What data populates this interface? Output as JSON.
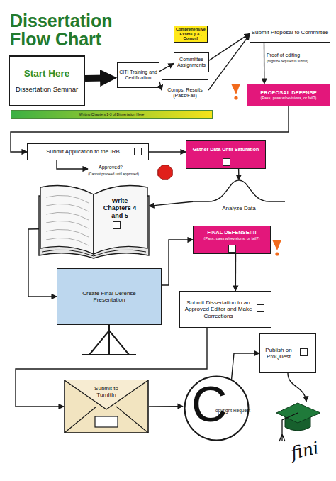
{
  "diagram": {
    "title": "Dissertation Flow Chart",
    "nodes": [
      {
        "text": [
          "Comprehensive Exams (i.e., Comps)"
        ]
      },
      {
        "text": [
          "Submit Proposal to Committee"
        ]
      },
      {
        "text": [
          "Start Here",
          "Dissertation Seminar"
        ]
      },
      {
        "text": [
          "CITI Training and Certification"
        ]
      },
      {
        "text": [
          "Committee Assignments"
        ]
      },
      {
        "text": [
          "Comps. Results (Pass/Fail)"
        ]
      },
      {
        "text": [
          "PROPOSAL DEFENSE",
          "(Pass, pass w/revisions, or fail?)"
        ]
      },
      {
        "text": [
          "Writing Chapters 1-3 of Dissertation Here"
        ]
      },
      {
        "text": [
          "Submit Application to the IRB"
        ]
      },
      {
        "text": [
          "Gather Data Until Saturation"
        ]
      },
      {
        "text": [
          "Analyze Data"
        ]
      },
      {
        "text": [
          "Write Chapters 4 and 5"
        ]
      },
      {
        "text": [
          "FINAL DEFENSE!!!!",
          "(Pass, pass w/revisions, or fail?)"
        ]
      },
      {
        "text": [
          "Create Final Defense Presentation"
        ]
      },
      {
        "text": [
          "Submit Dissertation to an Approved Editor and Make Corrections"
        ]
      },
      {
        "text": [
          "Publish on ProQuest"
        ]
      },
      {
        "text": [
          "Submit to TurnItIn"
        ]
      },
      {
        "text": [
          "C",
          "opyright Request"
        ]
      }
    ],
    "edges": [
      {
        "from": 2,
        "to": 3,
        "arrow": "to"
      },
      {
        "from": 3,
        "to": 4,
        "arrow": "to"
      },
      {
        "from": 3,
        "to": 5,
        "arrow": "to"
      },
      {
        "from": 4,
        "to": 1,
        "arrow": "to"
      },
      {
        "from": 5,
        "to": 1,
        "arrow": "to"
      },
      {
        "from": 1,
        "to": 6,
        "arrow": "to"
      },
      {
        "from": 6,
        "to": 8,
        "arrow": "to"
      },
      {
        "from": 8,
        "to": 9,
        "arrow": "to"
      },
      {
        "from": 9,
        "to": 10,
        "arrow": "to"
      },
      {
        "from": 10,
        "to": 11,
        "arrow": "to"
      },
      {
        "from": 11,
        "to": 13,
        "arrow": "to"
      },
      {
        "from": 13,
        "to": 12,
        "arrow": "to"
      },
      {
        "from": 12,
        "to": 14,
        "arrow": "to"
      },
      {
        "from": 14,
        "to": 16,
        "arrow": "to"
      },
      {
        "from": 16,
        "to": 17,
        "arrow": "to"
      },
      {
        "from": 17,
        "to": 15,
        "arrow": "to"
      }
    ],
    "labels": [
      "Proof of editing",
      "(might be required to submit)",
      "Approved?",
      "(Cannot proceed until approved)",
      "fini"
    ]
  }
}
